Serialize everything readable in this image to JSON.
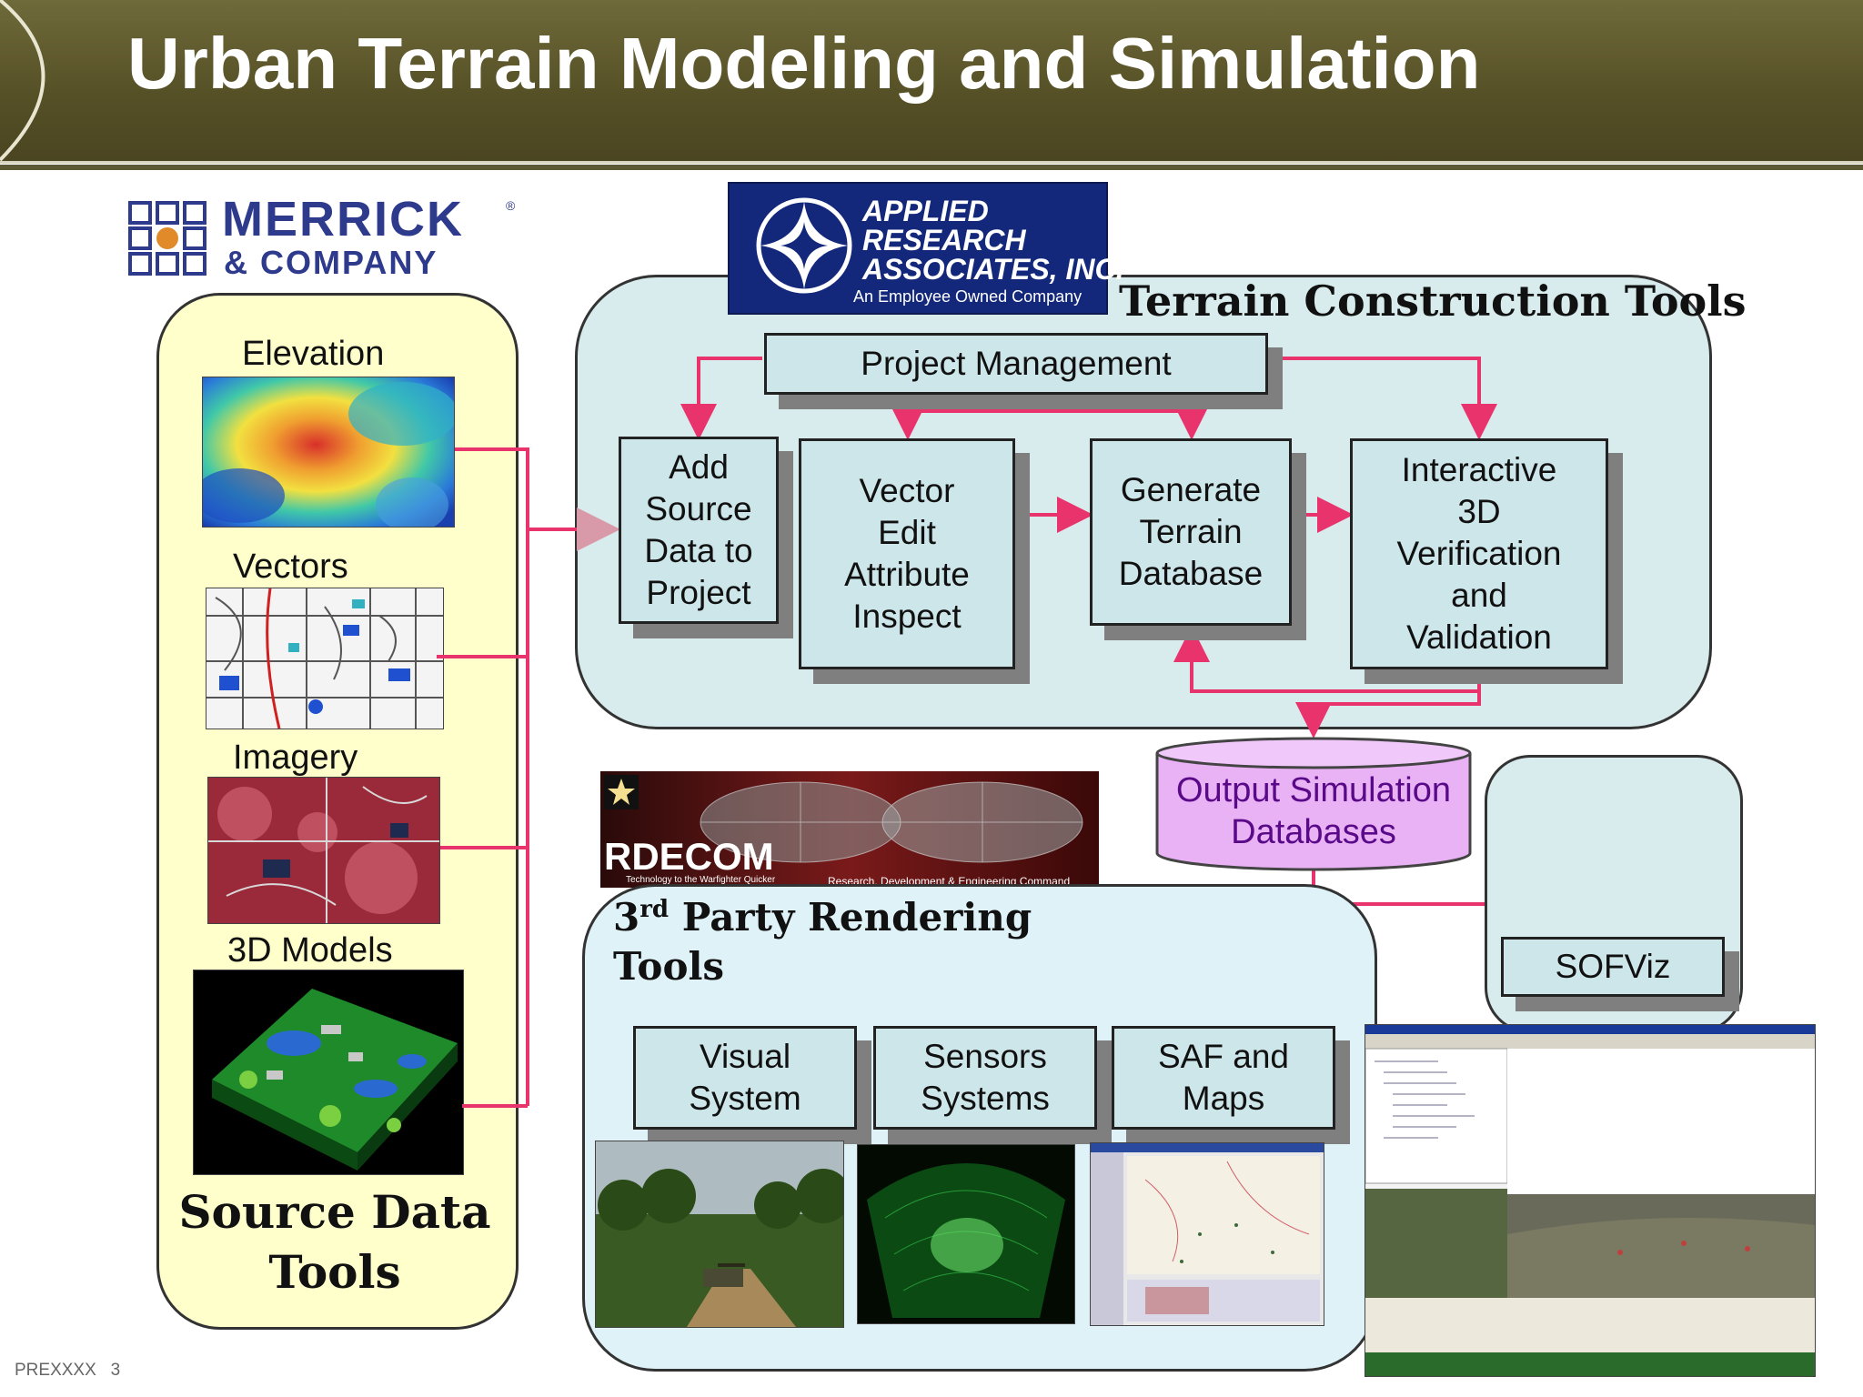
{
  "title": "Urban Terrain Modeling and Simulation",
  "footer": {
    "code": "PREXXXX",
    "page": "3"
  },
  "merrick": {
    "name": "MERRICK",
    "reg": "®",
    "sub": "& COMPANY"
  },
  "ara": {
    "line1": "APPLIED",
    "line2": "RESEARCH",
    "line3": "ASSOCIATES, INC.",
    "tagline": "An Employee Owned Company"
  },
  "rdecom": {
    "name": "RDECOM",
    "tagline_left": "Technology to the Warfighter Quicker",
    "tagline_right": "Research, Development & Engineering Command"
  },
  "source_panel": {
    "items": [
      "Elevation",
      "Vectors",
      "Imagery",
      "3D Models"
    ],
    "title_line1": "Source Data",
    "title_line2": "Tools"
  },
  "terrain_panel": {
    "title": "Terrain Construction Tools",
    "project_management": "Project Management",
    "add_source": [
      "Add",
      "Source",
      "Data to",
      "Project"
    ],
    "vector_edit": [
      "Vector",
      "Edit",
      "Attribute",
      "Inspect"
    ],
    "generate": [
      "Generate",
      "Terrain",
      "Database"
    ],
    "interactive": [
      "Interactive",
      "3D",
      "Verification",
      "and",
      "Validation"
    ]
  },
  "output_db": {
    "line1": "Output Simulation",
    "line2": "Databases"
  },
  "render_panel": {
    "title_prefix": "3",
    "title_sup": "rd",
    "title_rest": " Party Rendering",
    "title_line2": "Tools",
    "visual": [
      "Visual",
      "System"
    ],
    "sensors": [
      "Sensors",
      "Systems"
    ],
    "saf": [
      "SAF and",
      "Maps"
    ]
  },
  "sofviz": {
    "label": "SOFViz"
  },
  "colors": {
    "connector": "#e8336c",
    "header": "#575127",
    "box_fill": "#cde6ea",
    "db_fill": "#e8b2f5"
  }
}
